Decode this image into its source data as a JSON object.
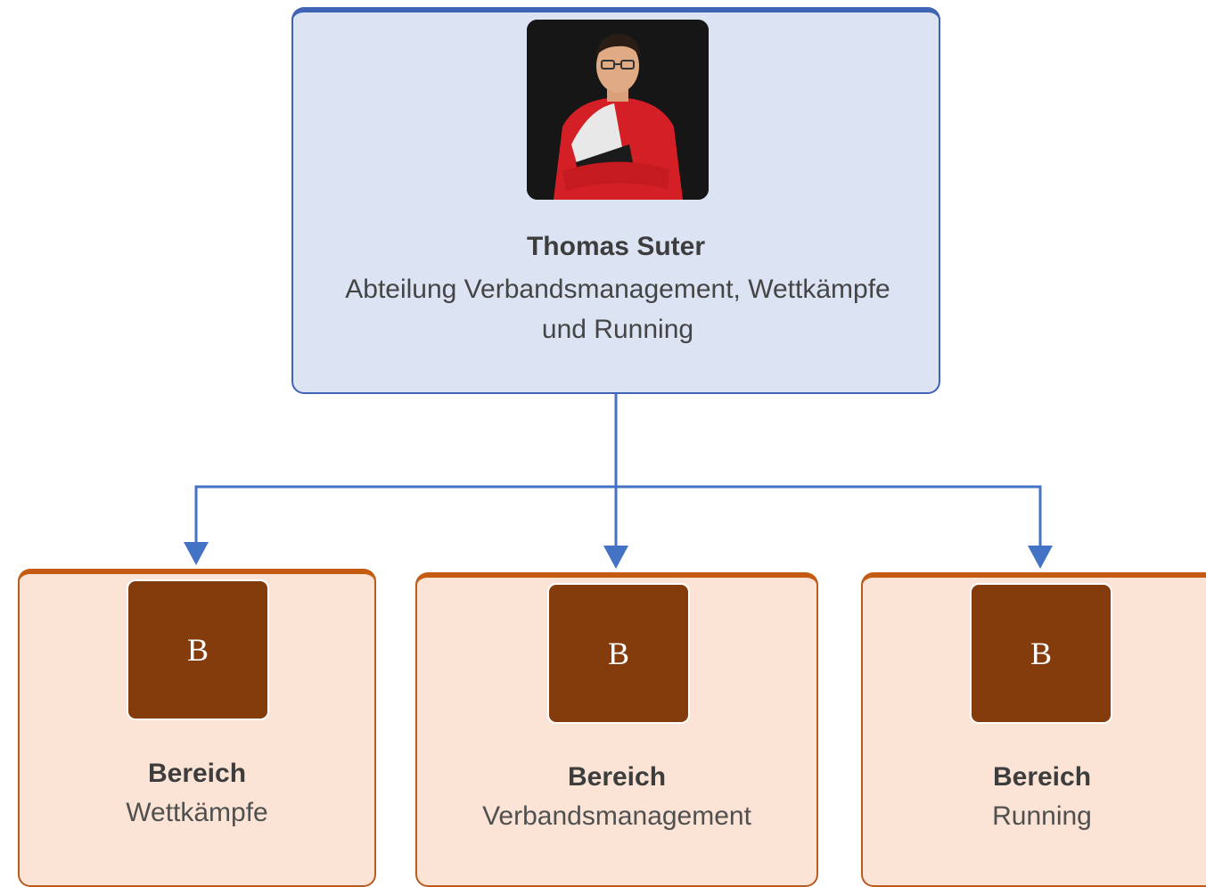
{
  "colors": {
    "root_fill": "#dce3f3",
    "root_border": "#3f63b5",
    "connector": "#4472c4",
    "child_fill": "#fbe4d5",
    "child_border": "#c55a11",
    "badge_fill": "#843c0c"
  },
  "root": {
    "name": "Thomas Suter",
    "role": "Abteilung Verbandsmanagement, Wettkämpfe und Running",
    "photo_icon": "person-photo"
  },
  "children": [
    {
      "badge": "B",
      "title": "Bereich",
      "subtitle": "Wettkämpfe"
    },
    {
      "badge": "B",
      "title": "Bereich",
      "subtitle": "Verbandsmanagement"
    },
    {
      "badge": "B",
      "title": "Bereich",
      "subtitle": "Running"
    }
  ]
}
